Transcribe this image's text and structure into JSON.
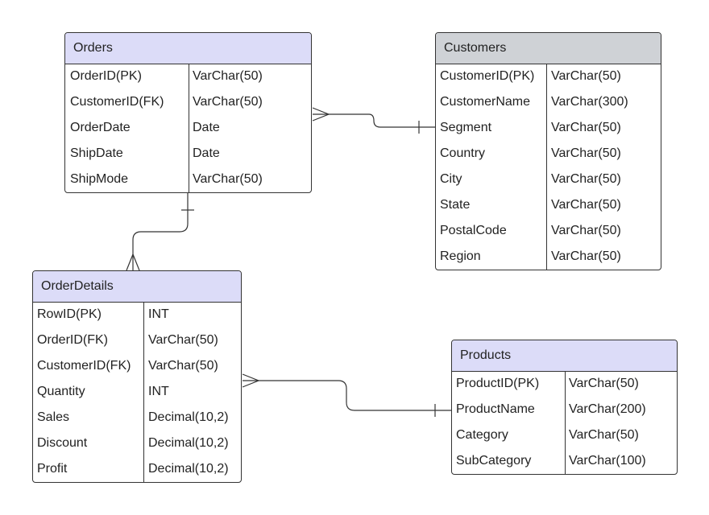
{
  "entities": {
    "orders": {
      "title": "Orders",
      "rows": [
        {
          "field": "OrderID(PK)",
          "type": "VarChar(50)"
        },
        {
          "field": "CustomerID(FK)",
          "type": "VarChar(50)"
        },
        {
          "field": "OrderDate",
          "type": "Date"
        },
        {
          "field": "ShipDate",
          "type": "Date"
        },
        {
          "field": "ShipMode",
          "type": "VarChar(50)"
        }
      ]
    },
    "customers": {
      "title": "Customers",
      "rows": [
        {
          "field": "CustomerID(PK)",
          "type": "VarChar(50)"
        },
        {
          "field": "CustomerName",
          "type": "VarChar(300)"
        },
        {
          "field": "Segment",
          "type": "VarChar(50)"
        },
        {
          "field": "Country",
          "type": "VarChar(50)"
        },
        {
          "field": "City",
          "type": "VarChar(50)"
        },
        {
          "field": "State",
          "type": "VarChar(50)"
        },
        {
          "field": "PostalCode",
          "type": "VarChar(50)"
        },
        {
          "field": "Region",
          "type": "VarChar(50)"
        }
      ]
    },
    "orderdetails": {
      "title": "OrderDetails",
      "rows": [
        {
          "field": "RowID(PK)",
          "type": "INT"
        },
        {
          "field": "OrderID(FK)",
          "type": "VarChar(50)"
        },
        {
          "field": "CustomerID(FK)",
          "type": "VarChar(50)"
        },
        {
          "field": "Quantity",
          "type": "INT"
        },
        {
          "field": "Sales",
          "type": "Decimal(10,2)"
        },
        {
          "field": "Discount",
          "type": "Decimal(10,2)"
        },
        {
          "field": "Profit",
          "type": "Decimal(10,2)"
        }
      ]
    },
    "products": {
      "title": "Products",
      "rows": [
        {
          "field": "ProductID(PK)",
          "type": "VarChar(50)"
        },
        {
          "field": "ProductName",
          "type": "VarChar(200)"
        },
        {
          "field": "Category",
          "type": "VarChar(50)"
        },
        {
          "field": "SubCategory",
          "type": "VarChar(100)"
        }
      ]
    }
  },
  "relationships": [
    {
      "from": "customers",
      "from_end": "one",
      "to": "orders",
      "to_end": "many"
    },
    {
      "from": "orders",
      "from_end": "one",
      "to": "orderdetails",
      "to_end": "many"
    },
    {
      "from": "products",
      "from_end": "one",
      "to": "orderdetails",
      "to_end": "many"
    }
  ],
  "colors": {
    "header_default": "#dcdcf8",
    "header_customers": "#cfd2d6",
    "border": "#333333"
  }
}
